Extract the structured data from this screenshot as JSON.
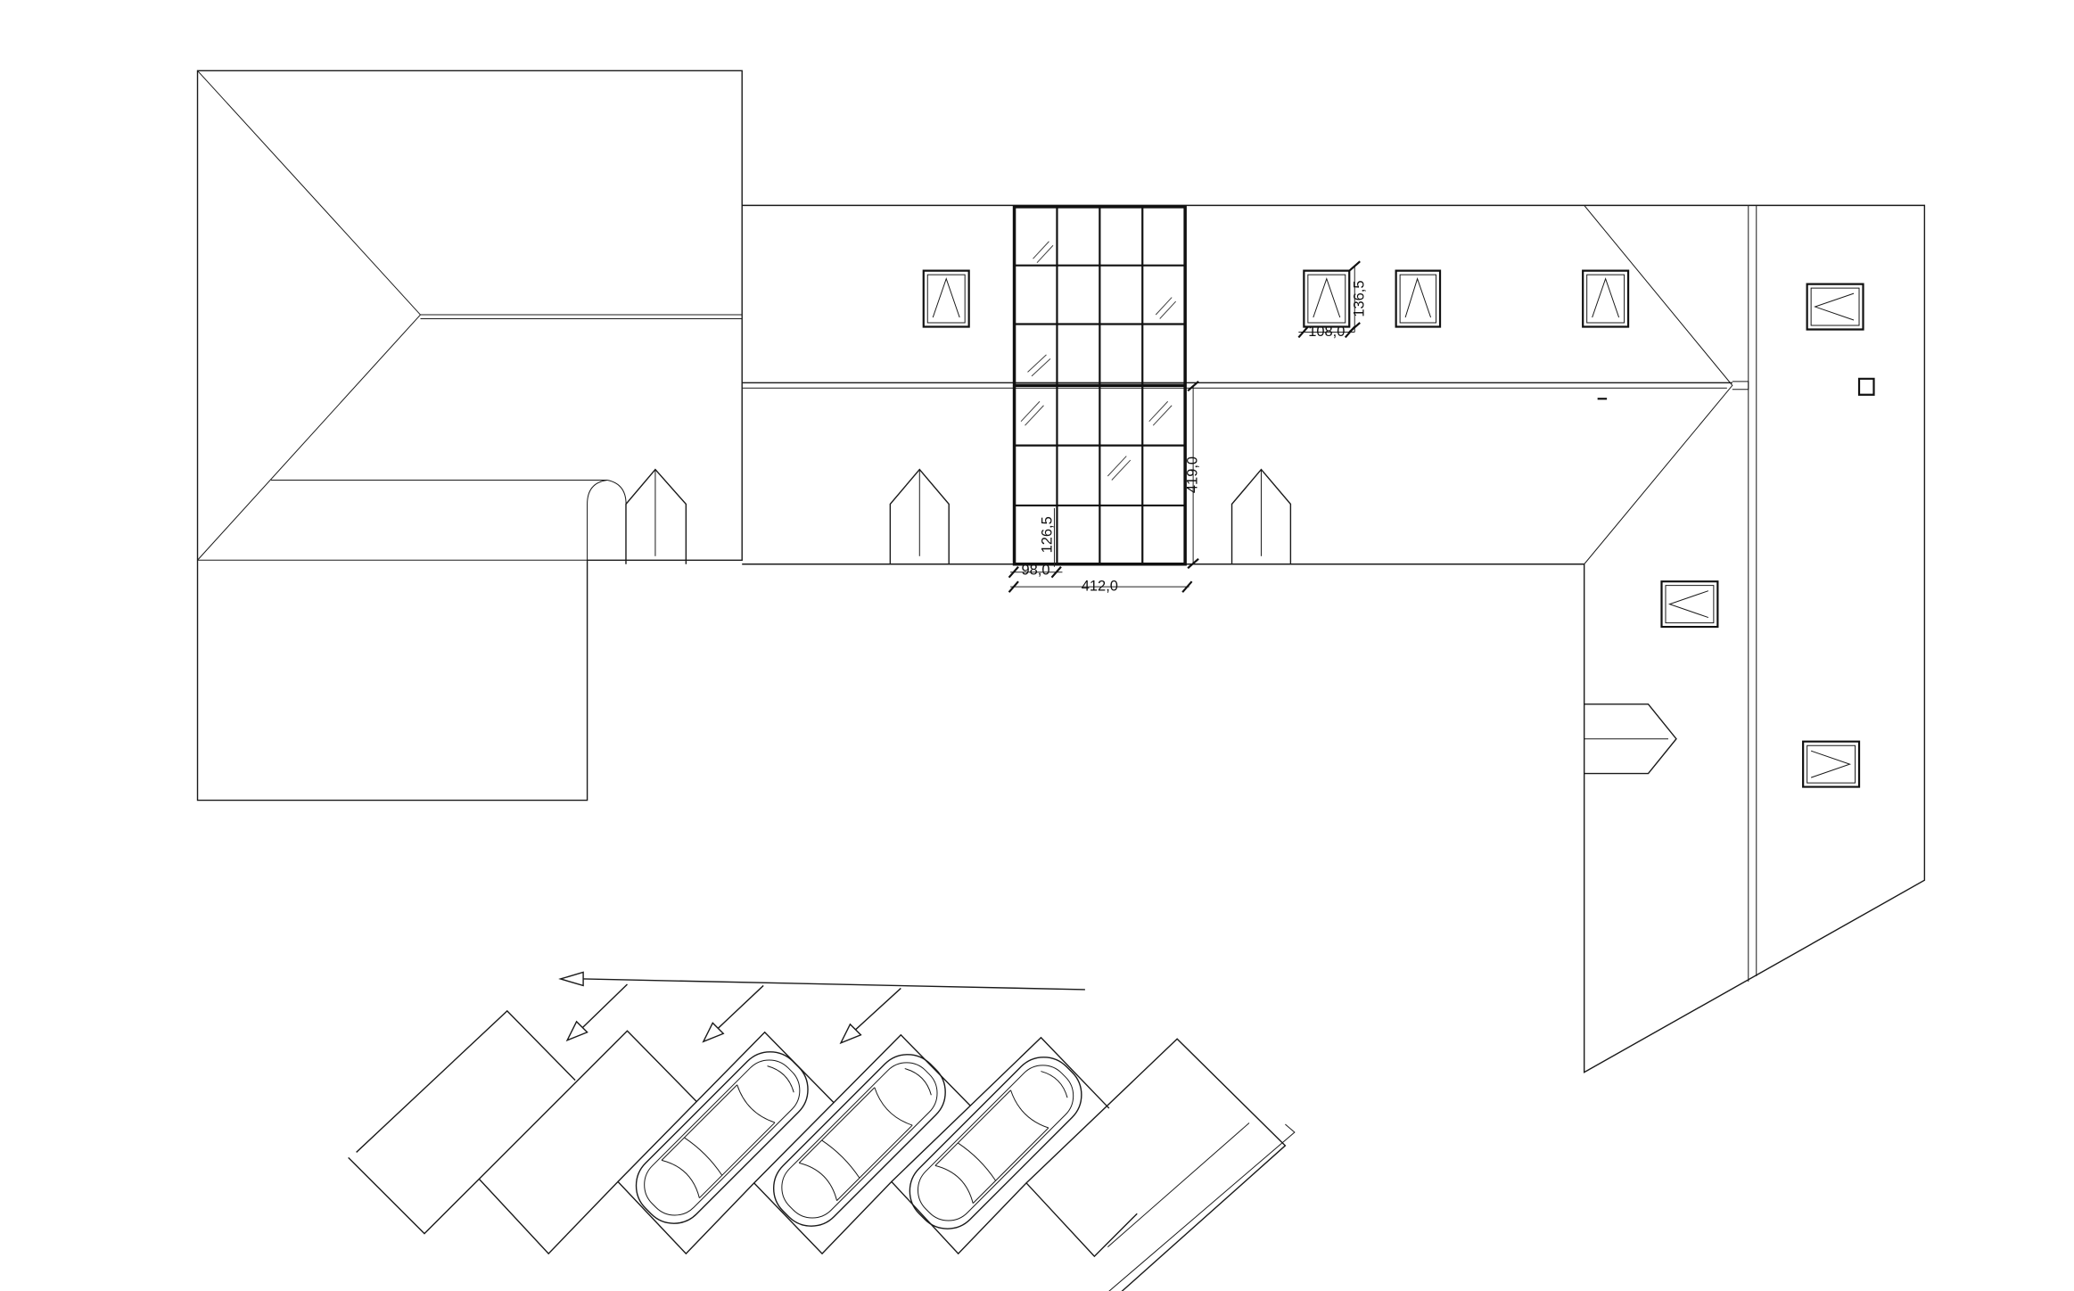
{
  "drawing": {
    "dimensions": {
      "overall_width": "412,0",
      "overall_height": "419,0",
      "bay_width": "98,0",
      "bay_height": "126,5",
      "skylight_width": "108,0",
      "skylight_height": "136,5"
    }
  }
}
